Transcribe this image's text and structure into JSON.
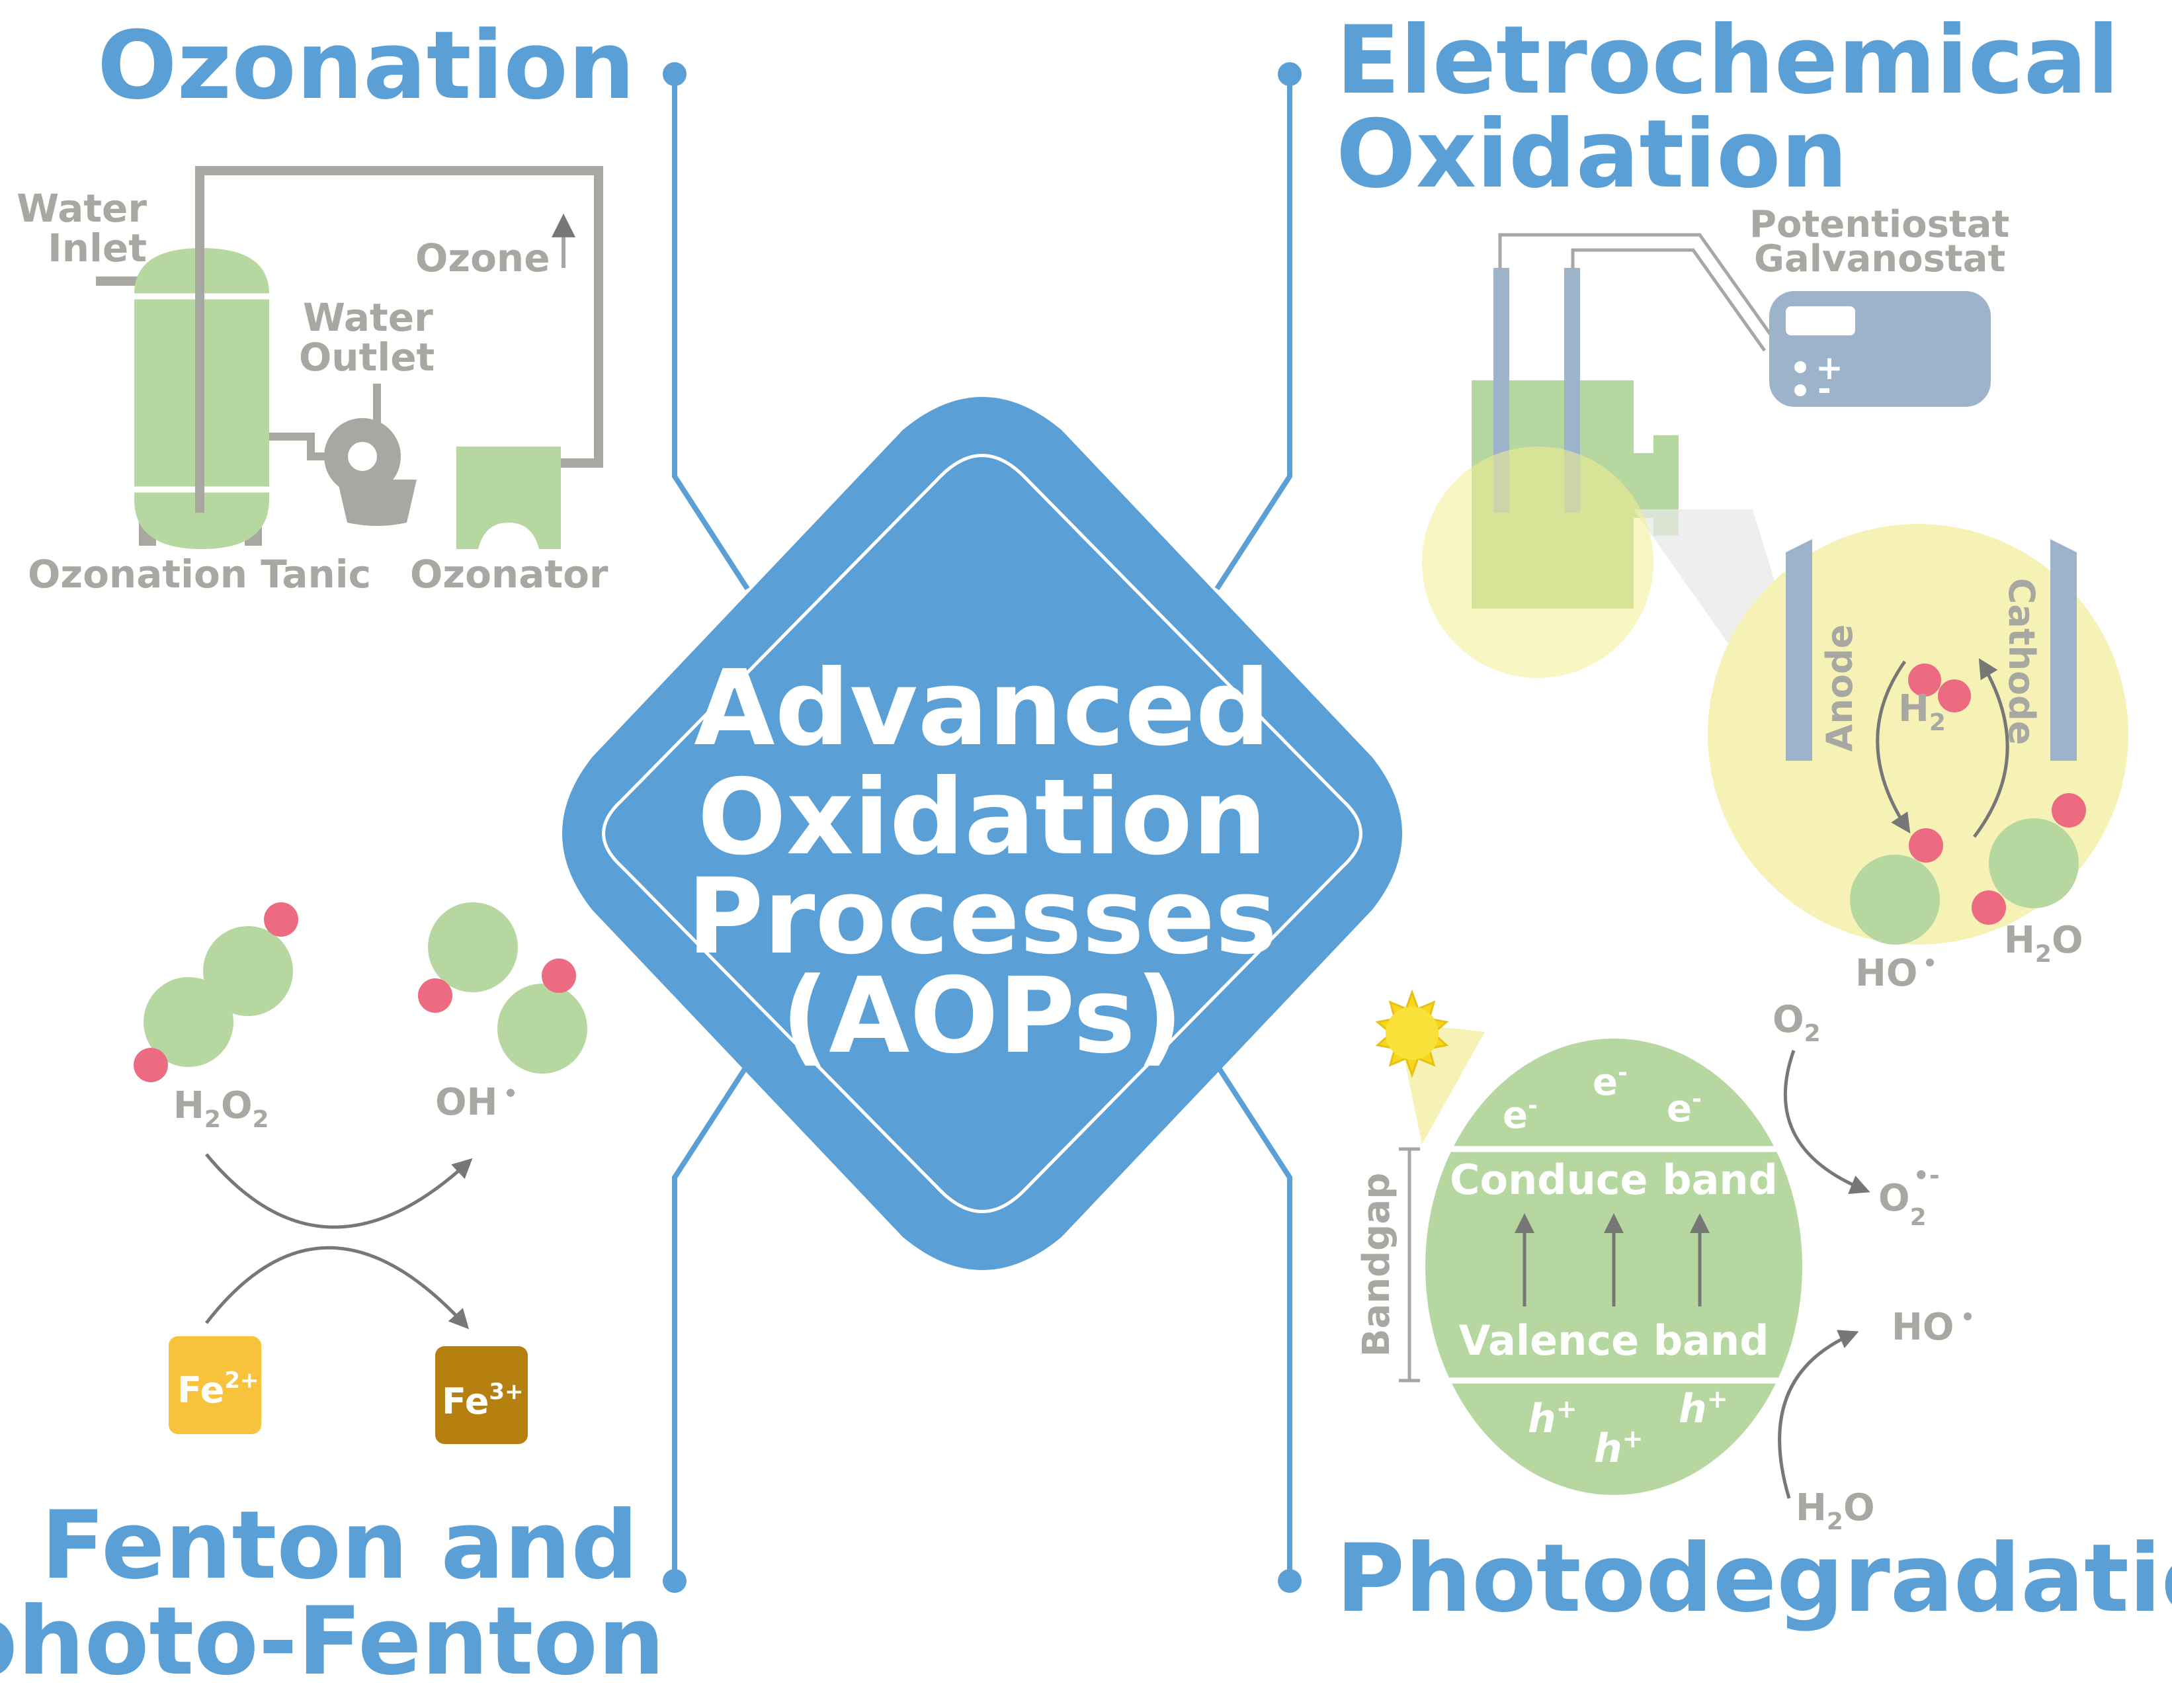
{
  "center": {
    "lines": [
      "Advanced",
      "Oxidation",
      "Processes",
      "(AOPs)"
    ]
  },
  "sections": {
    "ozonation": {
      "title": "Ozonation",
      "labels": {
        "water_inlet": [
          "Water",
          "Inlet"
        ],
        "water_outlet": [
          "Water",
          "Outlet"
        ],
        "ozone": "Ozone",
        "tank": "Ozonation Tanic",
        "ozonator": "Ozonator"
      }
    },
    "electrochemical": {
      "title": [
        "Eletrochemical",
        "Oxidation"
      ],
      "labels": {
        "device": [
          "Potentiostat",
          "Galvanostat"
        ],
        "plus": "+",
        "minus": "-",
        "anode": "Anode",
        "cathode": "Cathode",
        "h2": "H",
        "h2_sub": "2",
        "ho": "HO",
        "h2o": "H",
        "h2o_sub": "2",
        "h2o_tail": "O"
      }
    },
    "fenton": {
      "title": [
        "Fenton and",
        "photo-Fenton"
      ],
      "labels": {
        "h2o2": [
          "H",
          "2",
          "O",
          "2"
        ],
        "oh": "OH",
        "fe2": "Fe",
        "fe2_sup": "2+",
        "fe3": "Fe",
        "fe3_sup": "3+"
      }
    },
    "photodegradation": {
      "title": "Photodegradation",
      "labels": {
        "bandgap": "Bandgap",
        "conduction": "Conduce band",
        "valence": "Valence band",
        "electron": "e",
        "electron_sup": "-",
        "hole": "h",
        "hole_sup": "+",
        "o2": "O",
        "o2_sub": "2",
        "superoxide": "O",
        "superoxide_sub": "2",
        "superoxide_sup": "•-",
        "ho": "HO",
        "h2o": "H",
        "h2o_sub": "2",
        "h2o_tail": "O"
      }
    }
  },
  "colors": {
    "blue": "#5a9fd6",
    "green": "#b6d7a0",
    "grey": "#a8a8a3",
    "pink": "#ec6b80",
    "yellow_glow": "#f6f2b6",
    "electrode": "#9db3ca",
    "fe2": "#f7c23c",
    "fe3": "#b58010",
    "sun": "#f8d61c"
  }
}
